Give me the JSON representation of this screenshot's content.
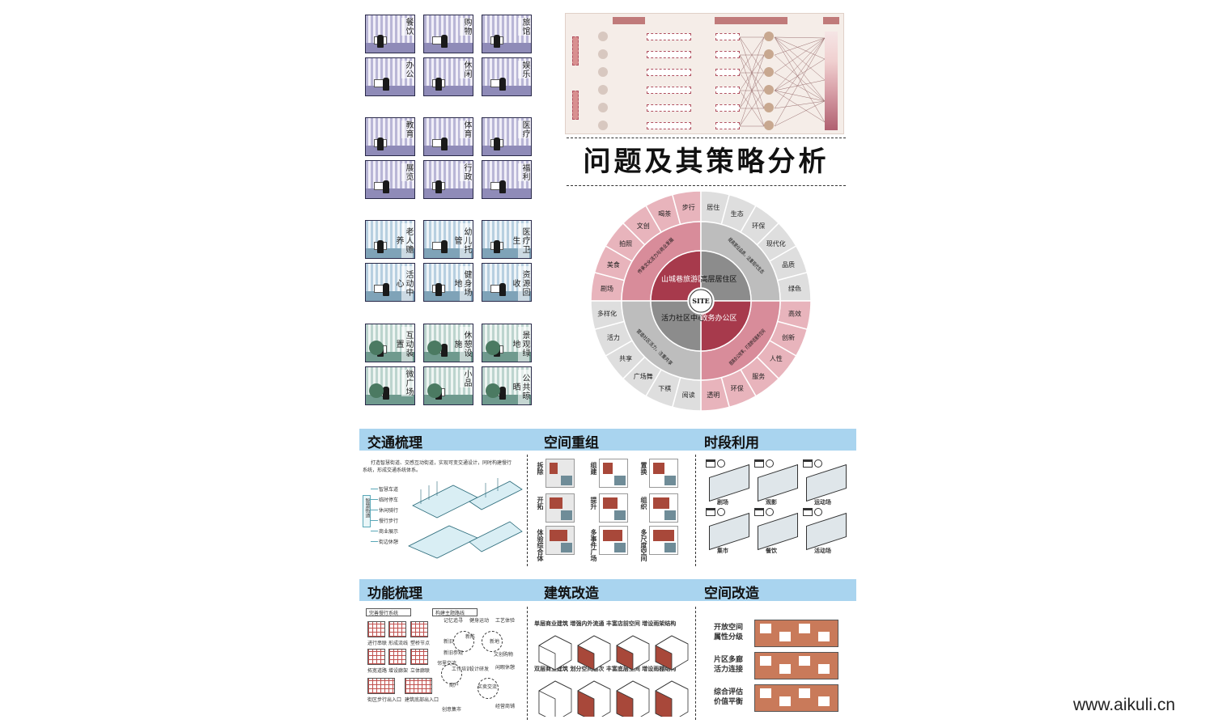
{
  "rooms": {
    "g1": [
      "餐饮",
      "购物",
      "旅馆",
      "办公",
      "休闲",
      "娱乐"
    ],
    "g2": [
      "教育",
      "体育",
      "医疗",
      "展览",
      "行政",
      "福利"
    ],
    "g3": [
      "老人赡养",
      "幼儿托管",
      "医疗卫生",
      "活动中心",
      "健身场地",
      "资源回收"
    ],
    "g4": [
      "互动装置",
      "休憩设施",
      "景观绿地",
      "微广场",
      "小品",
      "公共晾晒"
    ]
  },
  "title": "问题及其策略分析",
  "wheel": {
    "center": "SITE",
    "quadrants": [
      "山城巷旅游区",
      "高层居住区",
      "活力社区中心",
      "政务办公区"
    ],
    "inner_strategies": [
      "传承文化活力与商业发展",
      "提高居住品质，注重现代生态",
      "提高办公效率，打造舒适服务空间",
      "营造社区活力，注重共享"
    ],
    "outer_top_left": [
      "剧场",
      "美食",
      "拍照",
      "文创",
      "喝茶",
      "步行"
    ],
    "outer_top_right": [
      "居住",
      "生态",
      "环保",
      "现代化",
      "品质",
      "绿色"
    ],
    "outer_bottom_right": [
      "高效",
      "创新",
      "人性",
      "服务",
      "环保",
      "透明"
    ],
    "outer_bottom_left": [
      "阅读",
      "下棋",
      "广场舞",
      "共享",
      "活力",
      "多样化"
    ]
  },
  "sections_row1": [
    "交通梳理",
    "空间重组",
    "时段利用"
  ],
  "sections_row2": [
    "功能梳理",
    "建筑改造",
    "空间改造"
  ],
  "traffic": {
    "desc1": "打造智慧街道、交感互动街道，实现可变交通设计，同时构建慢行",
    "desc2": "系统，形成交通系统体系。",
    "root": "智慧街道",
    "items": [
      "智慧车道",
      "临时停车",
      "休闲骑行",
      "慢行步行",
      "商业展示",
      "街边休憩"
    ]
  },
  "reorg": [
    "拆除",
    "组建",
    "置换",
    "开拓",
    "提升",
    "组织",
    "体验综合体",
    "多事件广场",
    "多尺度空间"
  ],
  "time": [
    "剧场",
    "观影",
    "运动场",
    "集市",
    "餐饮",
    "活动场"
  ],
  "func": {
    "box1": "完善慢行系统",
    "box2": "构建主题路线",
    "grid_labels": [
      "进行串联",
      "形成流线",
      "塑桥节点",
      "拓宽道路",
      "增设廊架",
      "立体廊联",
      "街区步行出入口",
      "建筑底部出入口"
    ],
    "circle_labels": [
      "记忆追寻",
      "健身运动",
      "工艺体验",
      "新旧",
      "新陈",
      "新地",
      "新旧参观",
      "文创购物",
      "邻里交流",
      "工作培训",
      "设计研发",
      "闲暇休憩",
      "商户",
      "买卖交流",
      "经营商铺",
      "创意集市"
    ]
  },
  "arch": {
    "row1": "单层商业建筑  增强内外流通  丰富店前空间  增设雨架结构",
    "row2": "双层商业建筑  划分空间层次  丰富底层空间  增设雨棚结构"
  },
  "space": [
    "开放空间属性分级",
    "片区多廊活力连接",
    "综合评估价值平衡"
  ],
  "watermark": "www.aikuli.cn",
  "colors": {
    "accent_red": "#a8483a",
    "wheel_pink": "#d88c9a",
    "wheel_dark": "#a73a4c",
    "wheel_grey": "#8c8c8c",
    "header_blue": "#a9d4ef"
  }
}
